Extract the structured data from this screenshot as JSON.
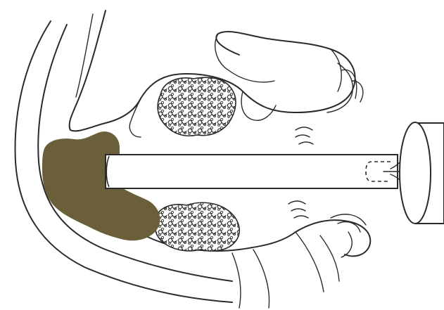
{
  "diagram": {
    "colors": {
      "line": "#2a2a2a",
      "mass": "#6b5f3a",
      "tube_fill": "#ffffff",
      "background": "#ffffff"
    },
    "elements": [
      "anatomy-outline",
      "upper-lobulated-tissue",
      "lower-lobulated-tissue",
      "dark-mass",
      "inserted-tube",
      "tube-tip-dashed",
      "cylinder-device",
      "connecting-wires"
    ]
  }
}
